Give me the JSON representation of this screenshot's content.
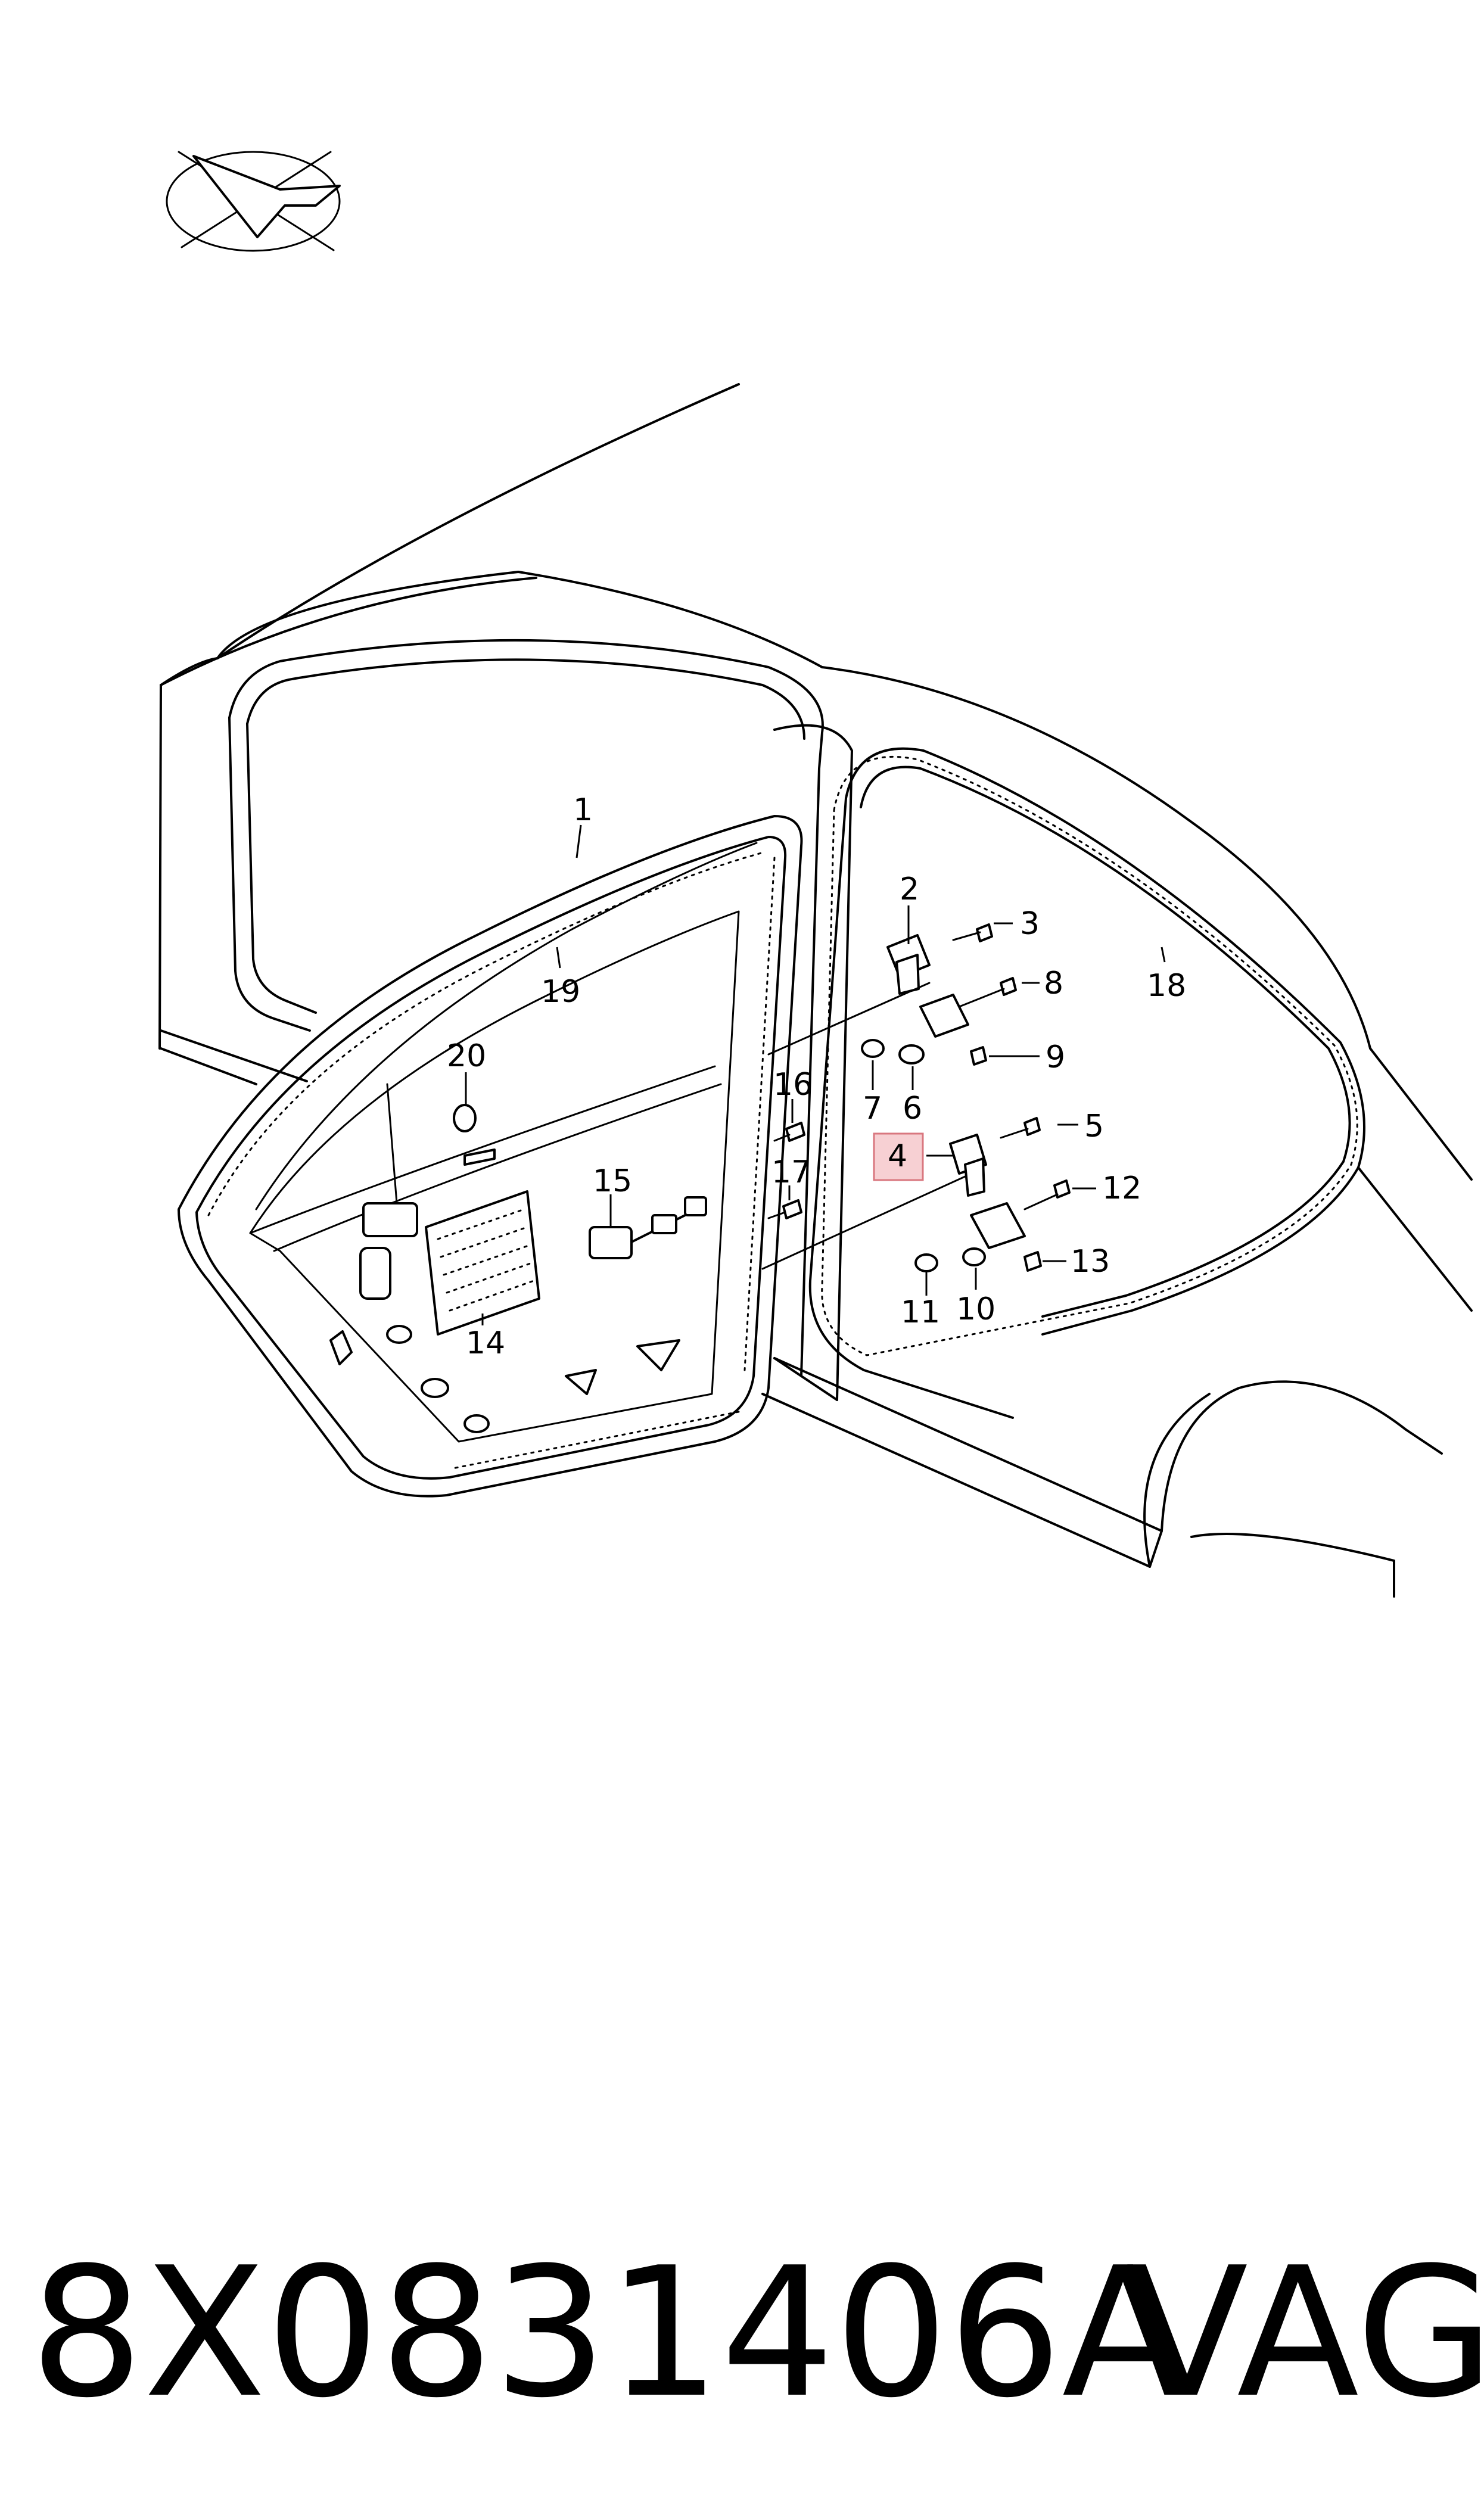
{
  "diagram": {
    "callouts": {
      "c1": "1",
      "c2": "2",
      "c3": "3",
      "c4": "4",
      "c5": "5",
      "c6": "6",
      "c7": "7",
      "c8": "8",
      "c9": "9",
      "c10": "10",
      "c11": "11",
      "c12": "12",
      "c13": "13",
      "c14": "14",
      "c15": "15",
      "c16": "16",
      "c17": "17",
      "c18": "18",
      "c19": "19",
      "c20": "20"
    },
    "highlighted_callout": "4",
    "highlight_color": "#f7d0d3"
  },
  "footer": {
    "part_number": "8X0831406A",
    "brand": "VAG"
  }
}
